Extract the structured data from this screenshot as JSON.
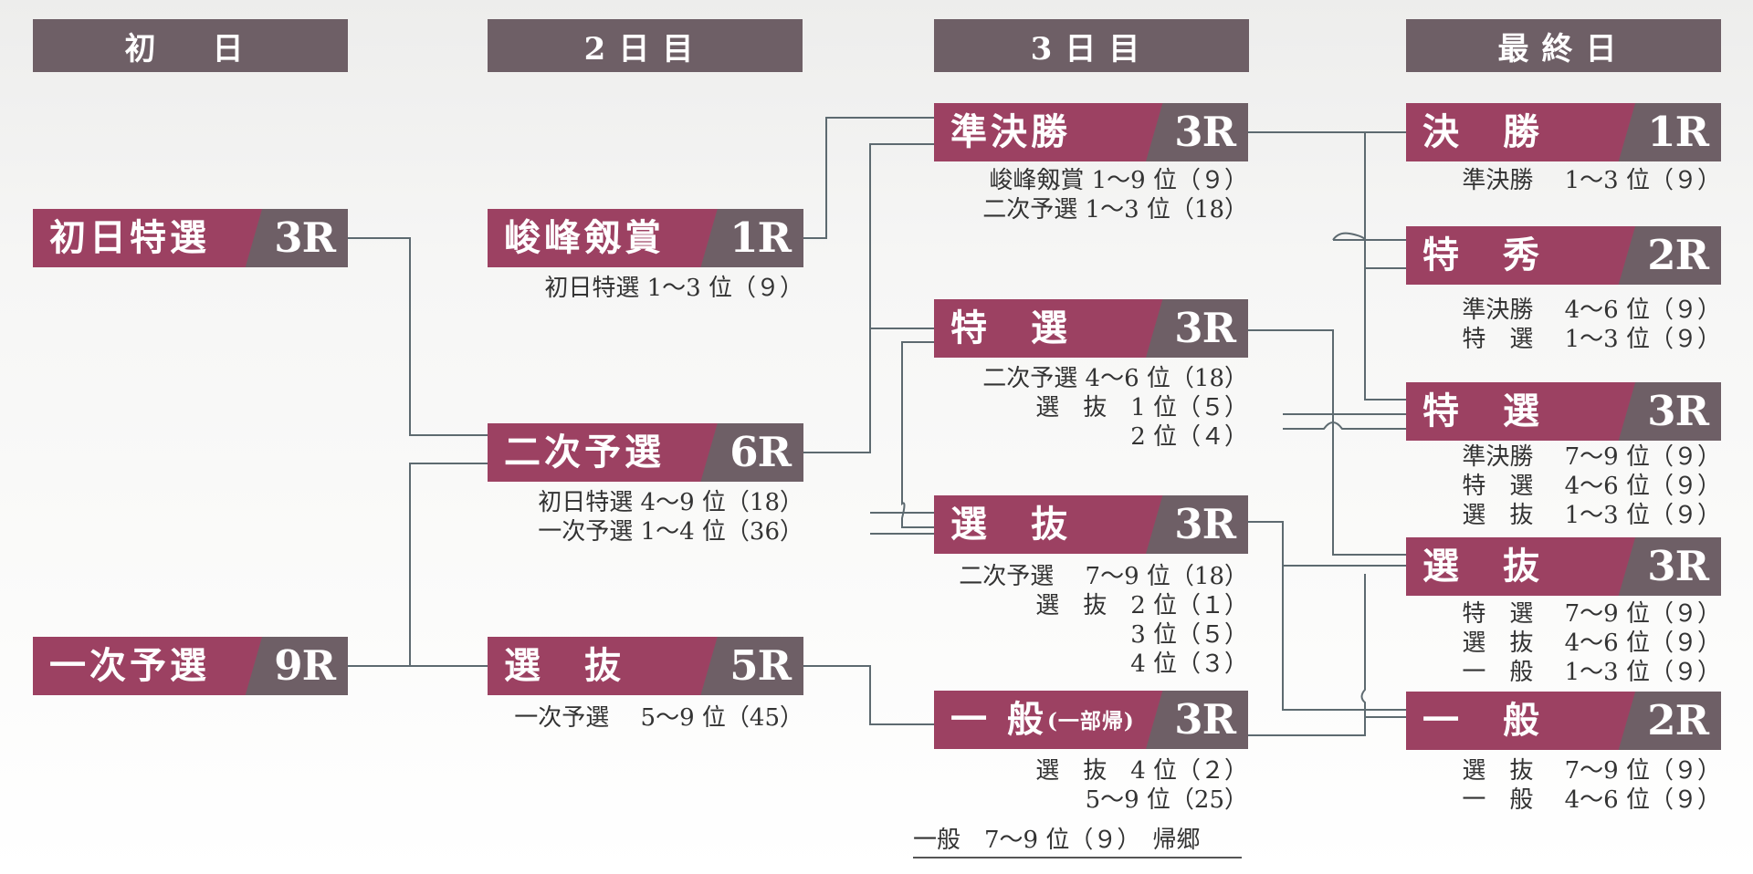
{
  "days": [
    "初　日",
    "2日目",
    "3日目",
    "最終日"
  ],
  "races": {
    "d1_tokusen": {
      "name": "初日特選",
      "rounds": "3R"
    },
    "d1_ichiji": {
      "name": "一次予選",
      "rounds": "9R"
    },
    "d2_shunpo": {
      "name": "峻峰剱賞",
      "rounds": "1R"
    },
    "d2_niji": {
      "name": "二次予選",
      "rounds": "6R"
    },
    "d2_senbatsu": {
      "name": "選　抜",
      "rounds": "5R"
    },
    "d3_junkessho": {
      "name": "準決勝",
      "rounds": "3R"
    },
    "d3_tokusen": {
      "name": "特　選",
      "rounds": "3R"
    },
    "d3_senbatsu": {
      "name": "選　抜",
      "rounds": "3R"
    },
    "d3_ippan": {
      "name": "一 般",
      "name_small": "(一部帰)",
      "rounds": "3R"
    },
    "d4_kessho": {
      "name": "決　勝",
      "rounds": "1R"
    },
    "d4_tokushu": {
      "name": "特　秀",
      "rounds": "2R"
    },
    "d4_tokusen": {
      "name": "特　選",
      "rounds": "3R"
    },
    "d4_senbatsu": {
      "name": "選　抜",
      "rounds": "3R"
    },
    "d4_ippan": {
      "name": "一　般",
      "rounds": "2R"
    }
  },
  "notes": {
    "d2_shunpo": "初日特選 1〜3 位（９）",
    "d2_niji": "初日特選 4〜9 位（18）\n一次予選 1〜4 位（36）",
    "d2_senbatsu": "一次予選　 5〜9 位（45）",
    "d3_junkessho": "峻峰剱賞 1〜9 位（９）\n二次予選 1〜3 位（18）",
    "d3_tokusen": "二次予選 4〜6 位（18）\n選　抜　1 位（５）\n2 位（４）",
    "d3_senbatsu": "二次予選　 7〜9 位（18）\n選　抜　2 位（１）\n3 位（５）\n4 位（３）",
    "d3_ippan": "選　抜　4 位（２）\n5〜9 位（25）",
    "d4_kessho": "準決勝　 1〜3 位（９）",
    "d4_tokushu": "準決勝　 4〜6 位（９）\n特　選　 1〜3 位（９）",
    "d4_tokusen": "準決勝　 7〜9 位（９）\n特　選　 4〜6 位（９）\n選　抜　 1〜3 位（９）",
    "d4_senbatsu": "特　選　 7〜9 位（９）\n選　抜　 4〜6 位（９）\n一　般　 1〜3 位（９）",
    "d4_ippan": "選　抜　 7〜9 位（９）\n一　般　 4〜6 位（９）"
  },
  "footer_note": "一般　7〜9 位（９）　帰郷",
  "colors": {
    "race_bg": "#9c4162",
    "rounds_bg": "#6e5f66",
    "day_bg": "#6e5f66",
    "line": "#5d6a70"
  }
}
